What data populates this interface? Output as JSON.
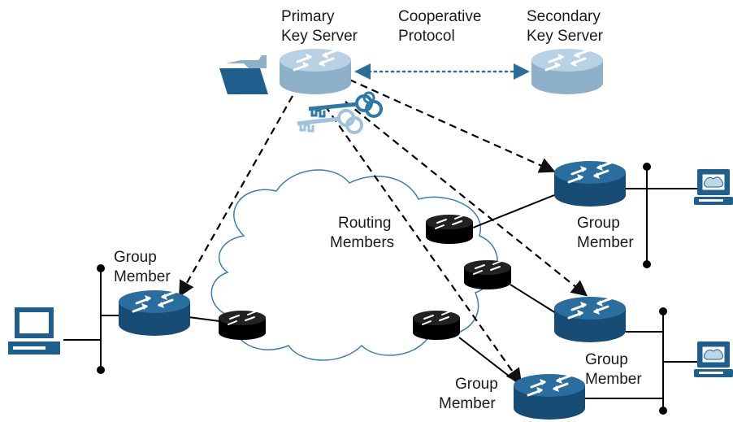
{
  "labels": {
    "primary_line1": "Primary",
    "primary_line2": "Key Server",
    "coop_line1": "Cooperative",
    "coop_line2": "Protocol",
    "secondary_line1": "Secondary",
    "secondary_line2": "Key Server",
    "routing_line1": "Routing",
    "routing_line2": "Members",
    "gm_left_line1": "Group",
    "gm_left_line2": "Member",
    "gm_right_top_line1": "Group",
    "gm_right_top_line2": "Member",
    "gm_right_mid_line1": "Group",
    "gm_right_mid_line2": "Member",
    "gm_bottom_line1": "Group",
    "gm_bottom_line2": "Member"
  },
  "colors": {
    "key_server": "#a9c4da",
    "group_member": "#1f5f8e",
    "routing_member": "#111111",
    "cloud_stroke": "#3a7fb5",
    "dotted_arrow": "#2a6f97",
    "key_dark": "#2e79a8",
    "key_light": "#9fc3dc"
  },
  "icons": [
    "router-icon",
    "folder-icon",
    "key-icon",
    "workstation-icon",
    "arrow-icon"
  ]
}
